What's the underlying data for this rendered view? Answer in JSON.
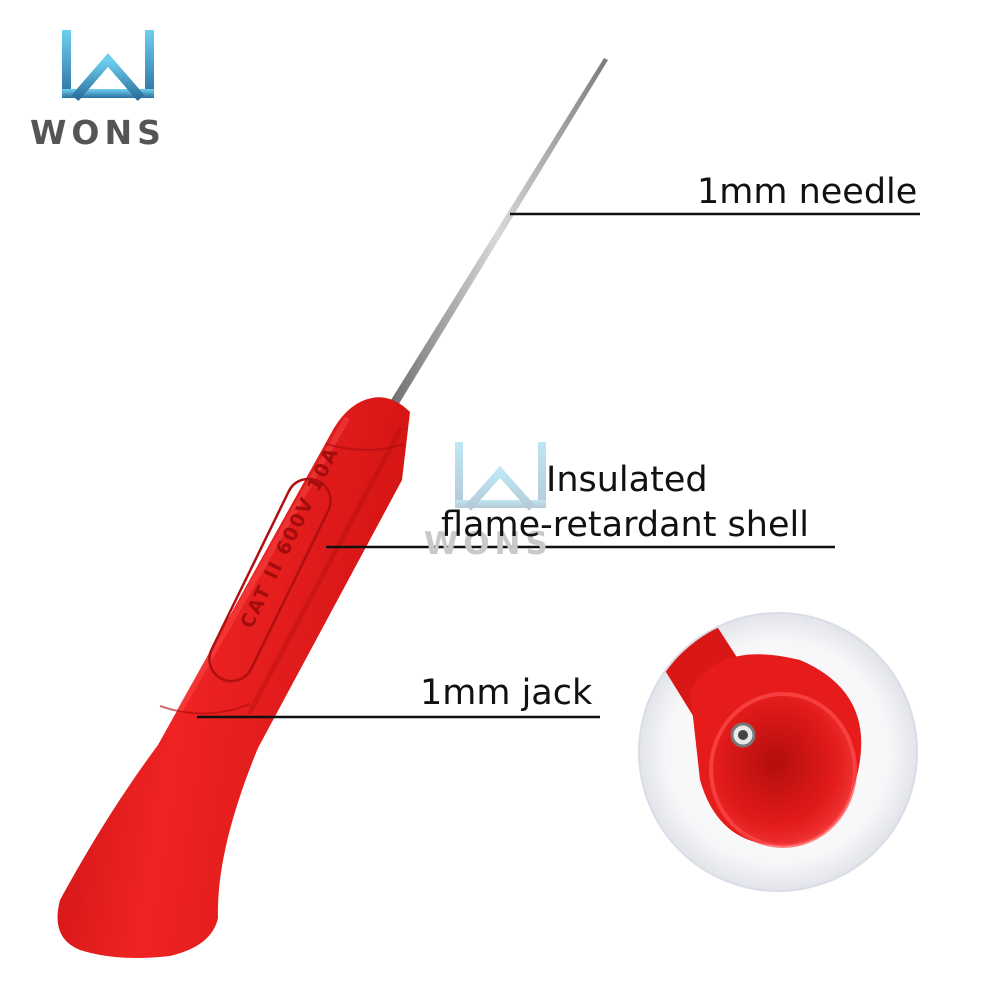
{
  "brand": {
    "name": "WONS",
    "colors": {
      "logo_gradient_top": "#5cc3e6",
      "logo_gradient_bottom": "#2b6f9e",
      "text": "#555555"
    }
  },
  "watermark": {
    "name": "WONS"
  },
  "product": {
    "body_color": "#e81c1c",
    "needle_color": "#8a8a8a",
    "printed_marking": "CAT II 600V 10A"
  },
  "callouts": {
    "needle": "1mm needle",
    "shell_line1": "Insulated",
    "shell_line2": "flame-retardant shell",
    "jack": "1mm jack"
  },
  "inset": {
    "icon": "jack-closeup"
  }
}
